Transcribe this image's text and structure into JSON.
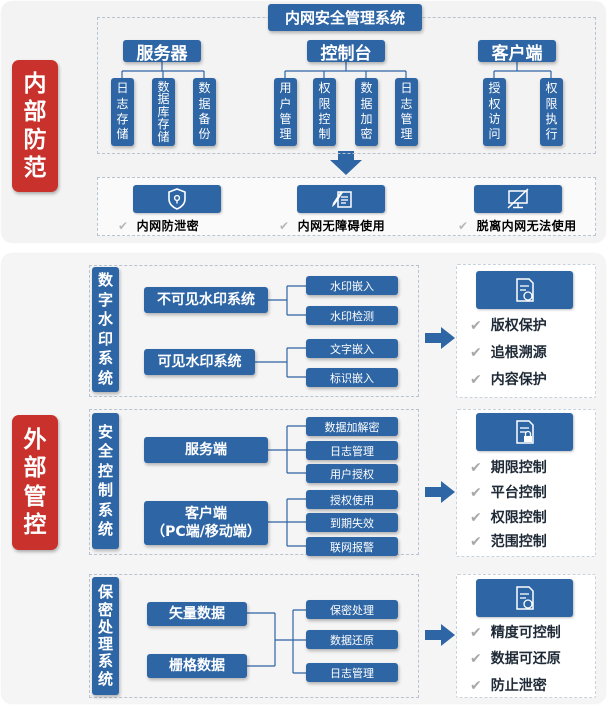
{
  "internal": {
    "side_label": [
      "内",
      "部",
      "防",
      "范"
    ],
    "title": "内网安全管理系统",
    "groups": [
      {
        "head": "服务器",
        "items": [
          [
            "日",
            "志",
            "存",
            "储"
          ],
          [
            "数",
            "据",
            "库",
            "存",
            "储"
          ],
          [
            "数",
            "据",
            "备",
            "份"
          ]
        ]
      },
      {
        "head": "控制台",
        "items": [
          [
            "用",
            "户",
            "管",
            "理"
          ],
          [
            "权",
            "限",
            "控",
            "制"
          ],
          [
            "数",
            "据",
            "加",
            "密"
          ],
          [
            "日",
            "志",
            "管",
            "理"
          ]
        ]
      },
      {
        "head": "客户端",
        "items": [
          [
            "授",
            "权",
            "访",
            "问"
          ],
          [
            "权",
            "限",
            "执",
            "行"
          ]
        ]
      }
    ],
    "features": [
      "内网防泄密",
      "内网无障碍使用",
      "脱离内网无法使用"
    ]
  },
  "external": {
    "side_label": [
      "外",
      "部",
      "管",
      "控"
    ],
    "sections": [
      {
        "title": [
          "数",
          "字",
          "水",
          "印",
          "系",
          "统"
        ],
        "systems": [
          {
            "name": [
              "不可见水印系统"
            ],
            "subs": [
              "水印嵌入",
              "水印检测"
            ]
          },
          {
            "name": [
              "可见水印系统"
            ],
            "subs": [
              "文字嵌入",
              "标识嵌入"
            ]
          }
        ],
        "results": [
          "版权保护",
          "追根溯源",
          "内容保护"
        ]
      },
      {
        "title": [
          "安",
          "全",
          "控",
          "制",
          "系",
          "统"
        ],
        "systems": [
          {
            "name": [
              "服务端"
            ],
            "subs": [
              "数据加解密",
              "日志管理",
              "用户授权"
            ]
          },
          {
            "name": [
              "客户端",
              "（PC端/移动端）"
            ],
            "subs": [
              "授权使用",
              "到期失效",
              "联网报警"
            ]
          }
        ],
        "results": [
          "期限控制",
          "平台控制",
          "权限控制",
          "范围控制"
        ]
      },
      {
        "title": [
          "保",
          "密",
          "处",
          "理",
          "系",
          "统"
        ],
        "systems": [
          {
            "name": [
              "矢量数据"
            ],
            "subs": []
          },
          {
            "name": [
              "栅格数据"
            ],
            "subs": []
          }
        ],
        "shared_subs": [
          "保密处理",
          "数据还原",
          "日志管理"
        ],
        "results": [
          "精度可控制",
          "数据可还原",
          "防止泄密"
        ]
      }
    ]
  },
  "checkmark": "✔",
  "colors": {
    "accent_blue": "#2e65a4",
    "side_red": "#c8312c",
    "panel_bg": "#f3f3f3"
  },
  "icons": [
    "shield-lock-icon",
    "pen-document-icon",
    "crossed-monitor-icon",
    "document-certificate-icon",
    "document-lock-icon"
  ]
}
